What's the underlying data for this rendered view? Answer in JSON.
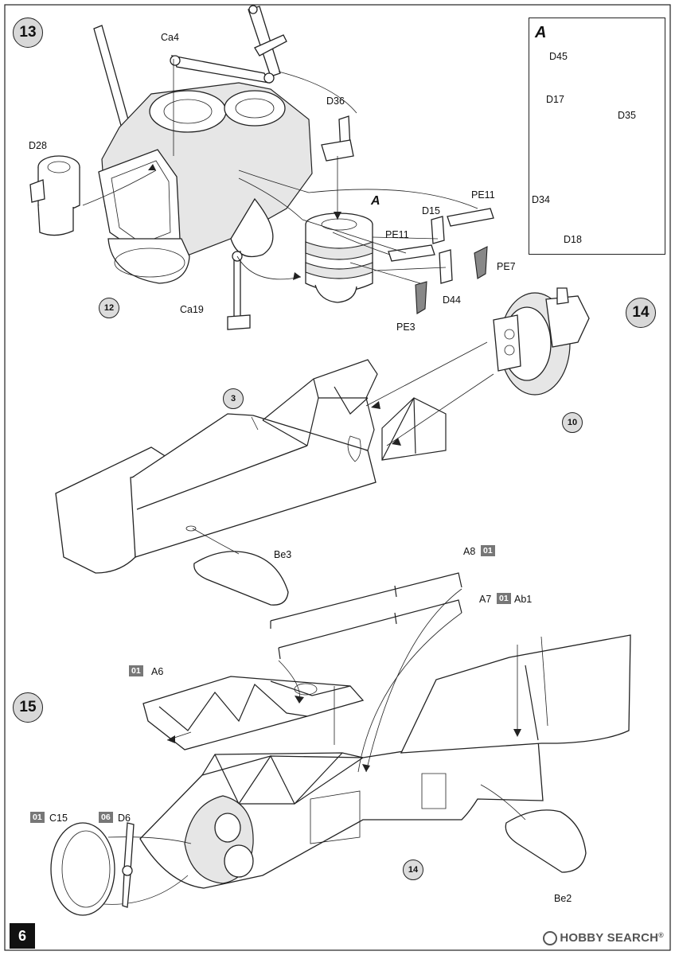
{
  "page_number": "6",
  "steps": {
    "s13": "13",
    "s14": "14",
    "s15": "15"
  },
  "refs": {
    "r12": "12",
    "r3": "3",
    "r10": "10",
    "r14": "14"
  },
  "inset_tag": "A",
  "a_mark": "A",
  "labels": {
    "ca4": "Ca4",
    "d28": "D28",
    "d36": "D36",
    "pe11a": "PE11",
    "d15": "D15",
    "pe11b": "PE11",
    "pe7": "PE7",
    "d44": "D44",
    "pe3": "PE3",
    "ca19": "Ca19",
    "d45": "D45",
    "d17": "D17",
    "d35": "D35",
    "d34": "D34",
    "d18": "D18",
    "be3": "Be3",
    "a8": "A8",
    "a7": "A7",
    "ab1": "Ab1",
    "a6": "A6",
    "c15": "C15",
    "d6": "D6",
    "be2": "Be2"
  },
  "color_codes": {
    "a8": "01",
    "a7": "01",
    "a6": "01",
    "c15": "01",
    "d6": "06"
  },
  "watermark": {
    "brand": "HOBBY SEARCH",
    "reg": "®"
  }
}
